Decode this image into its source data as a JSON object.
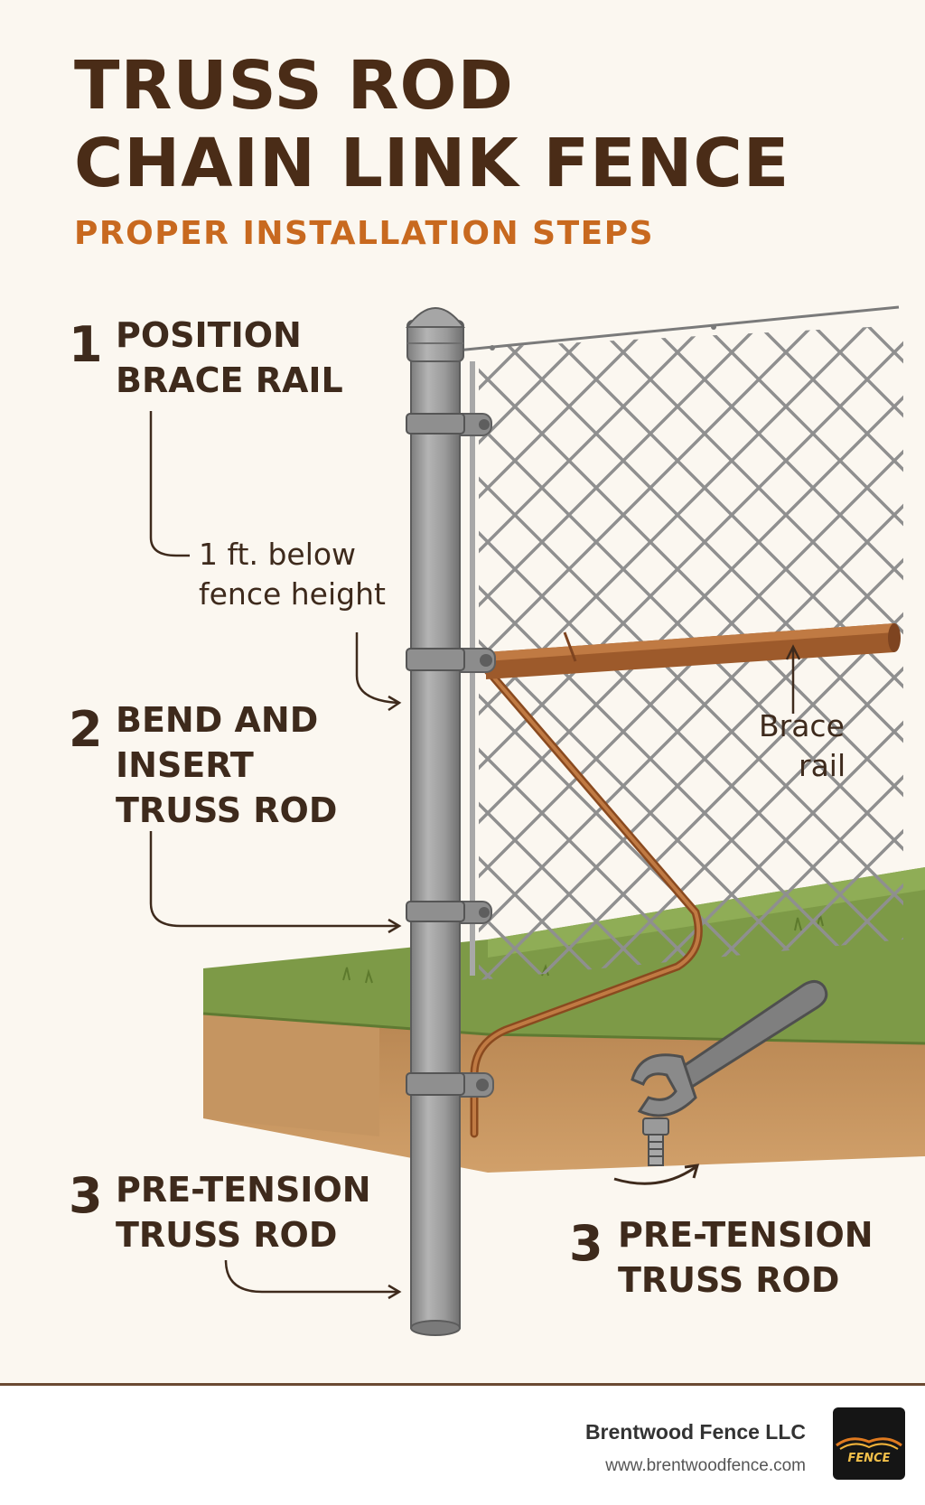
{
  "title": {
    "line1": "TRUSS ROD",
    "line2": "CHAIN LINK FENCE",
    "subtitle": "PROPER INSTALLATION STEPS"
  },
  "steps": [
    {
      "number": "1",
      "lines": [
        "POSITION",
        "BRACE RAIL"
      ]
    },
    {
      "number": "2",
      "lines": [
        "BEND AND",
        "INSERT",
        "TRUSS ROD"
      ]
    },
    {
      "number": "3",
      "lines": [
        "PRE-TENSION",
        "TRUSS ROD"
      ]
    },
    {
      "number": "3",
      "lines": [
        "PRE-TENSION",
        "TRUSS ROD"
      ]
    }
  ],
  "notes": {
    "height": [
      "1 ft. below",
      "fence height"
    ],
    "brace": [
      "Brace",
      "rail"
    ]
  },
  "footer": {
    "company": "Brentwood Fence LLC",
    "url": "www.brentwoodfence.com",
    "logo_text": "FENCE"
  },
  "colors": {
    "title": "#4a2c17",
    "accent": "#c8691f",
    "post": "#9a9a9a",
    "rod": "#a55e2c",
    "grass": "#7d9a47",
    "soil": "#c9955c"
  }
}
